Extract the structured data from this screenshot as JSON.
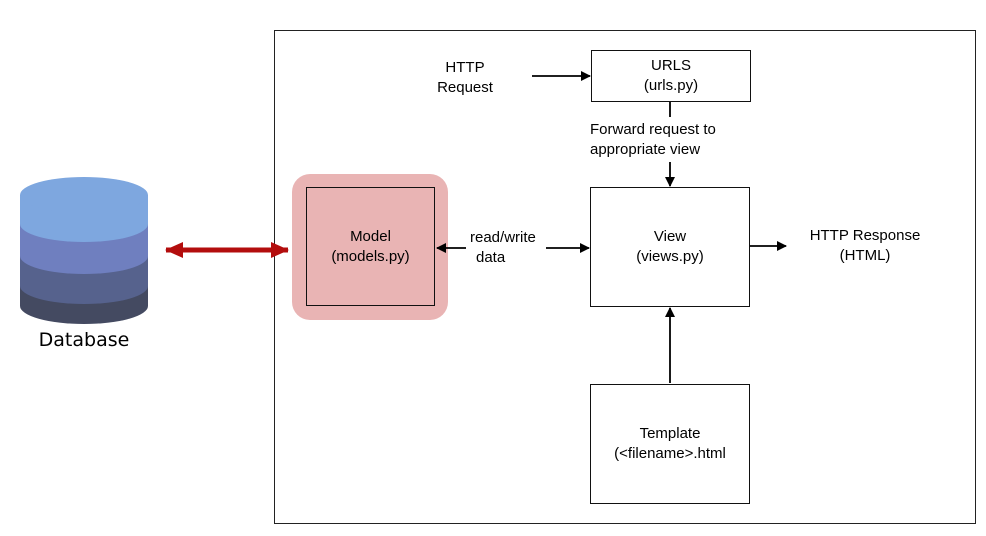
{
  "database": {
    "label": "Database",
    "layer_colors": [
      "#7ea7df",
      "#6f7fbf",
      "#56628d",
      "#444a61"
    ]
  },
  "model": {
    "title": "Model",
    "file": "(models.py)",
    "highlight_color": "#e9b4b4"
  },
  "urls": {
    "title": "URLS",
    "file": "(urls.py)"
  },
  "view": {
    "title": "View",
    "file": "(views.py)"
  },
  "template": {
    "title": "Template",
    "file": "(<filename>.html"
  },
  "labels": {
    "http_request_line1": "HTTP",
    "http_request_line2": "Request",
    "forward_line1": "Forward request to",
    "forward_line2": "appropriate view",
    "rw_line1": "read/write",
    "rw_line2": "data",
    "response_line1": "HTTP Response",
    "response_line2": "(HTML)"
  },
  "colors": {
    "db_arrow": "#b30d0d",
    "arrows": "#000000"
  }
}
